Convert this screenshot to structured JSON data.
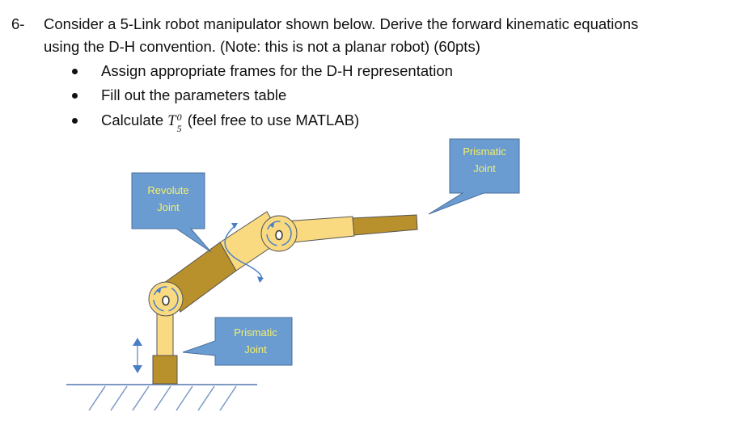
{
  "question": {
    "number": "6-",
    "line1": "Consider a 5-Link robot manipulator shown below. Derive the forward kinematic equations",
    "line2": "using the D-H convention. (Note: this is not a planar robot) (60pts)",
    "bullets": [
      "Assign appropriate frames for the D-H representation",
      "Fill out the parameters table"
    ],
    "bullet3_prefix": "Calculate ",
    "bullet3_math": "T",
    "bullet3_sup": "0",
    "bullet3_sub": "5",
    "bullet3_suffix": " (feel free to use MATLAB)"
  },
  "diagram": {
    "callout_revolute": [
      "Revolute",
      "Joint"
    ],
    "callout_prismatic_top": [
      "Prismatic",
      "Joint"
    ],
    "callout_prismatic_bottom": [
      "Prismatic",
      "Joint"
    ],
    "colors": {
      "light_link": "#fada80",
      "dark_link": "#b8902c",
      "callout_fill": "#6a9bd1",
      "callout_text": "#f4f06a",
      "ground": "#7c98c4",
      "arrow": "#4a7fc6"
    }
  }
}
